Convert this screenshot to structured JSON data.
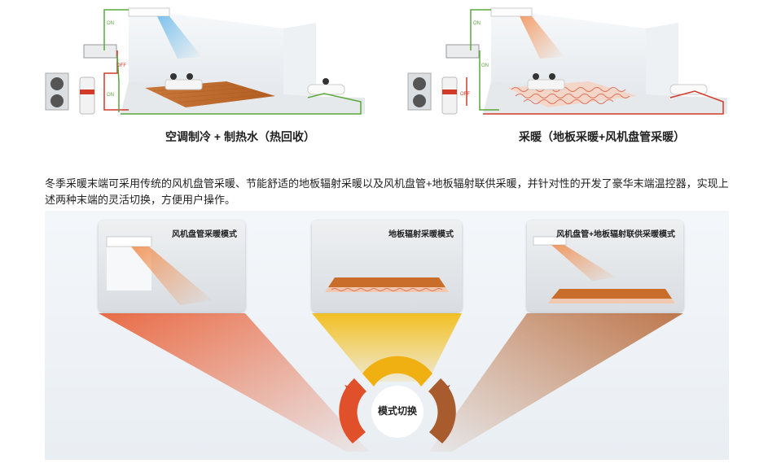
{
  "scenes": {
    "cooling": {
      "caption": "空调制冷 + 制热水（热回收）",
      "switch_on_top": "ON",
      "switch_off": "OFF",
      "switch_on_bottom": "ON"
    },
    "heating": {
      "caption": "采暖（地板采暖+风机盘管采暖）",
      "switch_on_top": "ON",
      "switch_on_mid": "ON",
      "switch_off": "OFF"
    }
  },
  "description": "冬季采暖末端可采用传统的风机盘管采暖、节能舒适的地板辐射采暖以及风机盘管+地板辐射联供采暖，并针对性的开发了豪华末端温控器，实现上述两种末端的灵活切换，方便用户操作。",
  "modes": {
    "fan_coil": "风机盘管采暖模式",
    "floor": "地板辐射采暖模式",
    "combined": "风机盘管+地板辐射联供采暖模式",
    "switch_label": "模式切换"
  },
  "colors": {
    "fan_coil_beam": "#e8643c",
    "floor_beam": "#f3bd18",
    "combined_beam": "#b86a3a",
    "line_green": "#5aa83c",
    "line_red": "#d23a2a"
  }
}
